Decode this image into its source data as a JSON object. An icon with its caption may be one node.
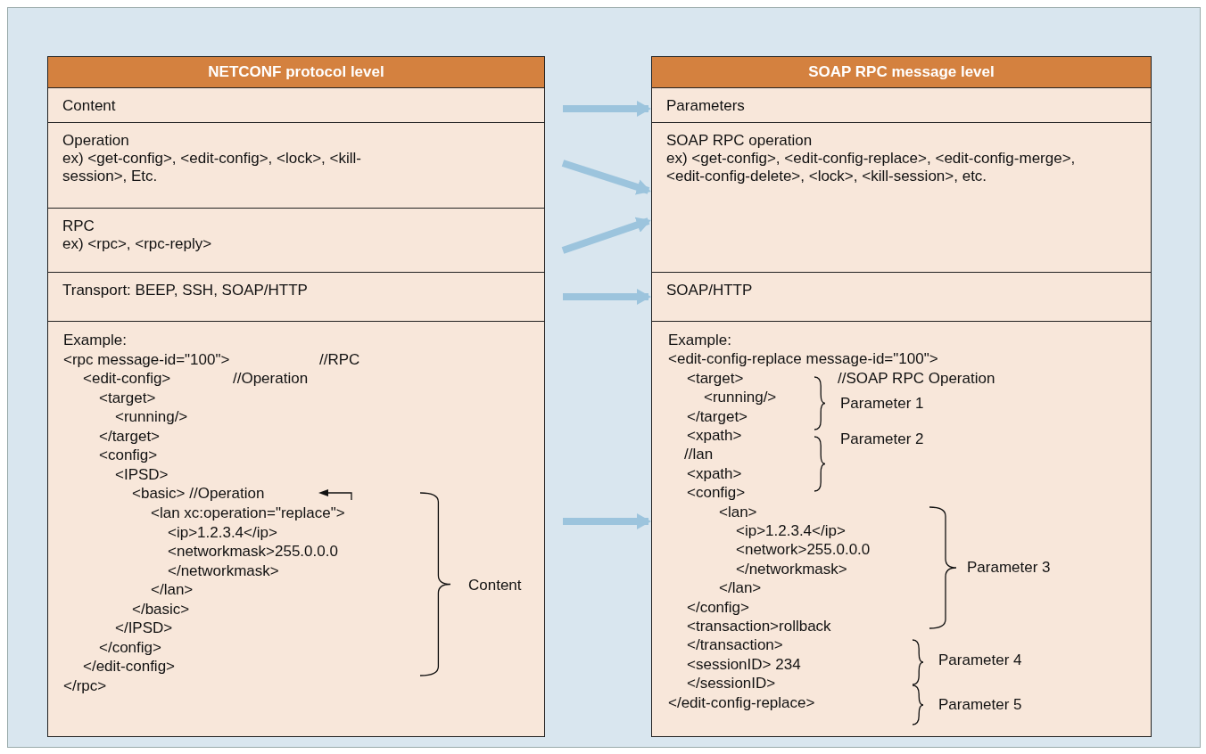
{
  "diagram": {
    "nodes": [
      {
        "text": [
          "NETCONF protocol level"
        ]
      },
      {
        "text": [
          "Content"
        ]
      },
      {
        "text": [
          "Operation",
          "ex) <get-config>, <edit-config>, <lock>, <kill-session>, Etc."
        ]
      },
      {
        "text": [
          "RPC",
          "ex) <rpc>, <rpc-reply>"
        ]
      },
      {
        "text": [
          "Transport: BEEP, SSH, SOAP/HTTP"
        ]
      },
      {
        "text": [
          "Example:",
          "<rpc message-id=\"100\">",
          "//RPC",
          "<edit-config>",
          "//Operation",
          "<target>",
          "<running/>",
          "</target>",
          "<config>",
          "<IPSD>",
          "<basic> //Operation",
          "<lan xc:operation=\"replace\">",
          "<ip>1.2.3.4</ip>",
          "<networkmask>255.0.0.0",
          "</networkmask>",
          "</lan>",
          "</basic>",
          "</IPSD>",
          "</config>",
          "</edit-config>",
          "</rpc>"
        ]
      },
      {
        "text": [
          "SOAP RPC message level"
        ]
      },
      {
        "text": [
          "Parameters"
        ]
      },
      {
        "text": [
          "SOAP RPC operation",
          "ex) <get-config>, <edit-config-replace>, <edit-config-merge>, <edit-config-delete>, <lock>, <kill-session>, etc."
        ]
      },
      {
        "text": [
          "SOAP/HTTP"
        ]
      },
      {
        "text": [
          "Example:",
          "<edit-config-replace message-id=\"100\">",
          "<target>",
          "//SOAP RPC Operation",
          "<running/>",
          "</target>",
          "<xpath>",
          "//lan",
          "<xpath>",
          "<config>",
          "<lan>",
          "<ip>1.2.3.4</ip>",
          "<network>255.0.0.0",
          "</networkmask>",
          "</lan>",
          "</config>",
          "<transaction>rollback",
          "</transaction>",
          "<sessionID> 234",
          "</sessionID>",
          "</edit-config-replace>"
        ]
      }
    ],
    "edges": [
      {
        "from": 1,
        "to": 7,
        "arrow": "to"
      },
      {
        "from": 2,
        "to": 8,
        "arrow": "to"
      },
      {
        "from": 3,
        "to": 8,
        "arrow": "to"
      },
      {
        "from": 4,
        "to": 9,
        "arrow": "to"
      },
      {
        "from": 5,
        "to": 10,
        "arrow": "to"
      }
    ],
    "labels": [
      "Content",
      "Parameter 1",
      "Parameter 2",
      "Parameter 3",
      "Parameter 4",
      "Parameter 5"
    ]
  }
}
